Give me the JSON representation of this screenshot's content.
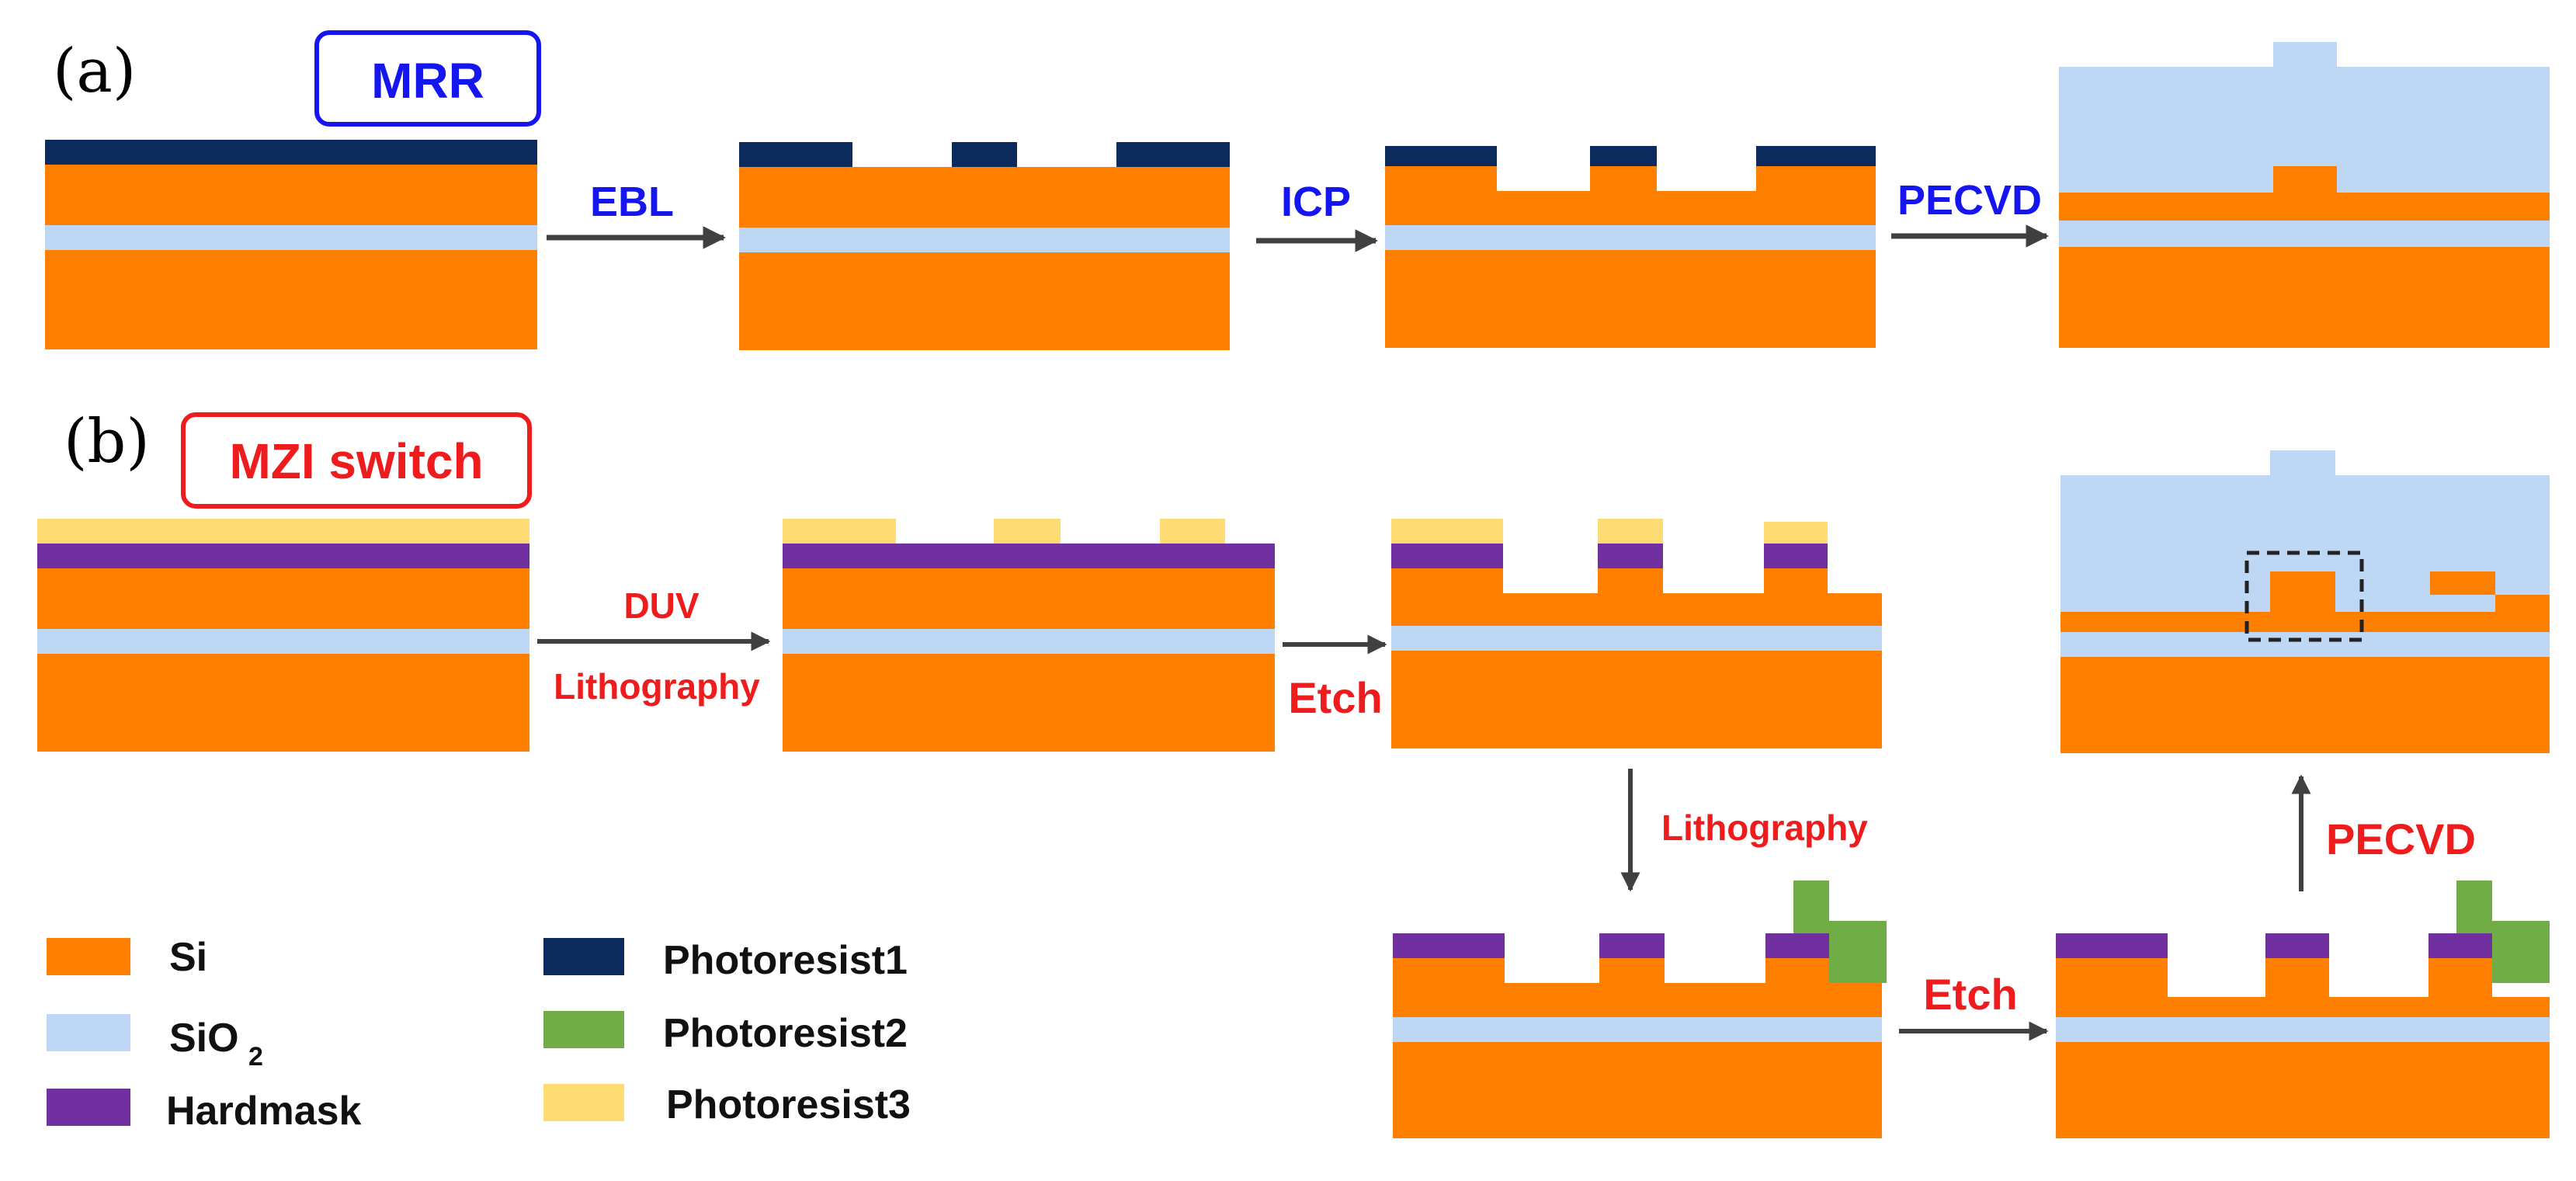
{
  "panels": {
    "a_label": "(a)",
    "a_title": "MRR",
    "b_label": "(b)",
    "b_title": "MZI switch"
  },
  "steps": {
    "ebl": "EBL",
    "icp": "ICP",
    "pecvd_a": "PECVD",
    "duv_line1": "DUV",
    "duv_line2": "Lithography",
    "etch1": "Etch",
    "lithography": "Lithography",
    "etch2": "Etch",
    "pecvd_b": "PECVD"
  },
  "legend": {
    "si": "Si",
    "sio2_main": "SiO",
    "sio2_sub": "2",
    "hardmask": "Hardmask",
    "pr1": "Photoresist1",
    "pr2": "Photoresist2",
    "pr3": "Photoresist3"
  },
  "colors": {
    "si": "#ff7f00",
    "sio2": "#bdd7f5",
    "hardmask": "#7030a0",
    "photoresist1": "#0d2a5c",
    "photoresist2": "#70ad47",
    "photoresist3": "#ffdc73",
    "title_blue": "#1515f0",
    "title_red": "#ee1c1c",
    "arrow": "#404040"
  }
}
